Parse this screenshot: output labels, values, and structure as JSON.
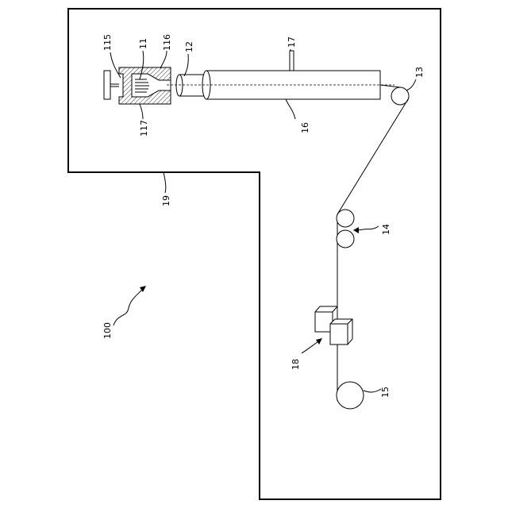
{
  "labels": {
    "system": "100",
    "nozzle_body": "11",
    "nozzle_tip": "12",
    "roller_top": "13",
    "roller_pair": "14",
    "winder": "15",
    "tube": "16",
    "inlet": "17",
    "cutter": "18",
    "enclosure": "19",
    "plunger": "115",
    "housing_top": "116",
    "housing_bottom": "117"
  },
  "colors": {
    "line": "#000000",
    "background": "#ffffff"
  }
}
